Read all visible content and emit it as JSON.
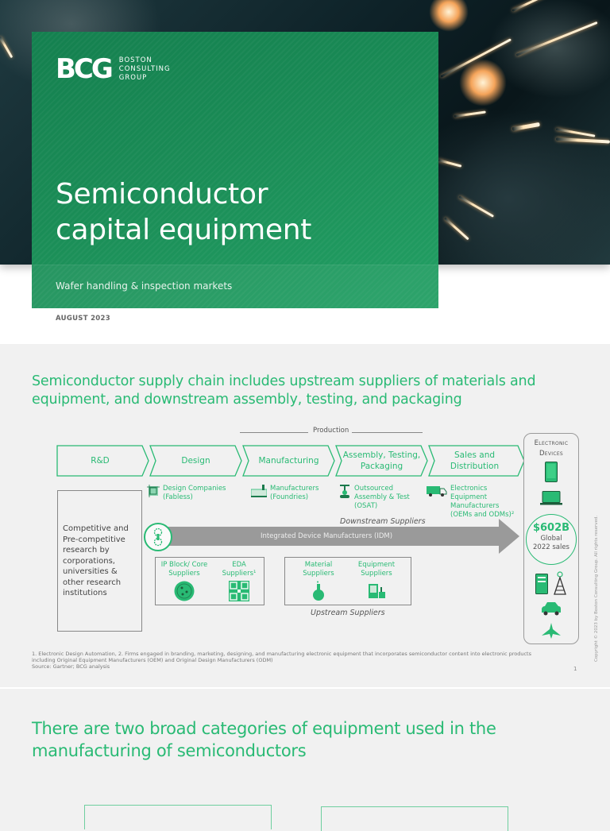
{
  "cover": {
    "logo_mark": "BCG",
    "logo_words": [
      "BOSTON",
      "CONSULTING",
      "GROUP"
    ],
    "title_line1": "Semiconductor",
    "title_line2": "capital equipment",
    "subtitle": "Wafer handling & inspection markets",
    "date": "AUGUST 2023"
  },
  "slide2": {
    "title": "Semiconductor supply chain includes upstream suppliers of materials and equipment, and downstream assembly, testing, and packaging",
    "production_label": "Production",
    "stages": [
      {
        "label": "R&D",
        "icon": "none"
      },
      {
        "label": "Design",
        "icon": "none"
      },
      {
        "label": "Manufacturing",
        "icon": "none"
      },
      {
        "label": "Assembly, Testing, Packaging",
        "icon": "none"
      },
      {
        "label": "Sales and Distribution",
        "icon": "none"
      }
    ],
    "actors": [
      {
        "label": "Design Companies (Fabless)",
        "icon": "chip-design-icon"
      },
      {
        "label": "Manufacturers (Foundries)",
        "icon": "factory-icon"
      },
      {
        "label": "Outsourced Assembly & Test (OSAT)",
        "icon": "robot-arm-icon"
      },
      {
        "label": "Electronics Equipment Manufacturers (OEMs and ODMs)²",
        "icon": "truck-icon"
      }
    ],
    "rd_box_text": "Competitive and Pre-competitive research by corporations, universities & other research institutions",
    "downstream_label": "Downstream Suppliers",
    "idm_label": "Integrated Device Manufacturers (IDM)",
    "upstream_label": "Upstream Suppliers",
    "design_suppliers": [
      {
        "label": "IP Block/ Core Suppliers",
        "icon": "circuit-core-icon"
      },
      {
        "label": "EDA Suppliers¹",
        "icon": "qr-circuit-icon"
      }
    ],
    "upstream_suppliers": [
      {
        "label": "Material Suppliers",
        "icon": "flask-icon"
      },
      {
        "label": "Equipment Suppliers",
        "icon": "machine-icon"
      }
    ],
    "devices": {
      "header": "Electronic Devices",
      "sales_value": "$602B",
      "sales_sub1": "Global",
      "sales_sub2": "2022 sales",
      "icons": [
        "smartphone-icon",
        "laptop-icon",
        "server-icon",
        "cell-tower-icon",
        "car-icon",
        "airplane-icon"
      ]
    },
    "footnote1": "1. Electronic Design Automation, 2. Firms engaged in branding, marketing, designing, and manufacturing electronic equipment that incorporates semiconductor content into electronic products including Original Equipment Manufacturers (OEM) and Original Design Manufacturers (ODM)",
    "source": "Source: Gartner; BCG analysis",
    "page_number": "1",
    "copyright": "Copyright © 2023 by Boston Consulting Group. All rights reserved.",
    "colors": {
      "accent": "#29ba74",
      "arrow": "#9a9a9a",
      "text": "#444444"
    }
  },
  "slide3": {
    "title": "There are two broad categories of equipment used in the manufacturing of semiconductors"
  }
}
